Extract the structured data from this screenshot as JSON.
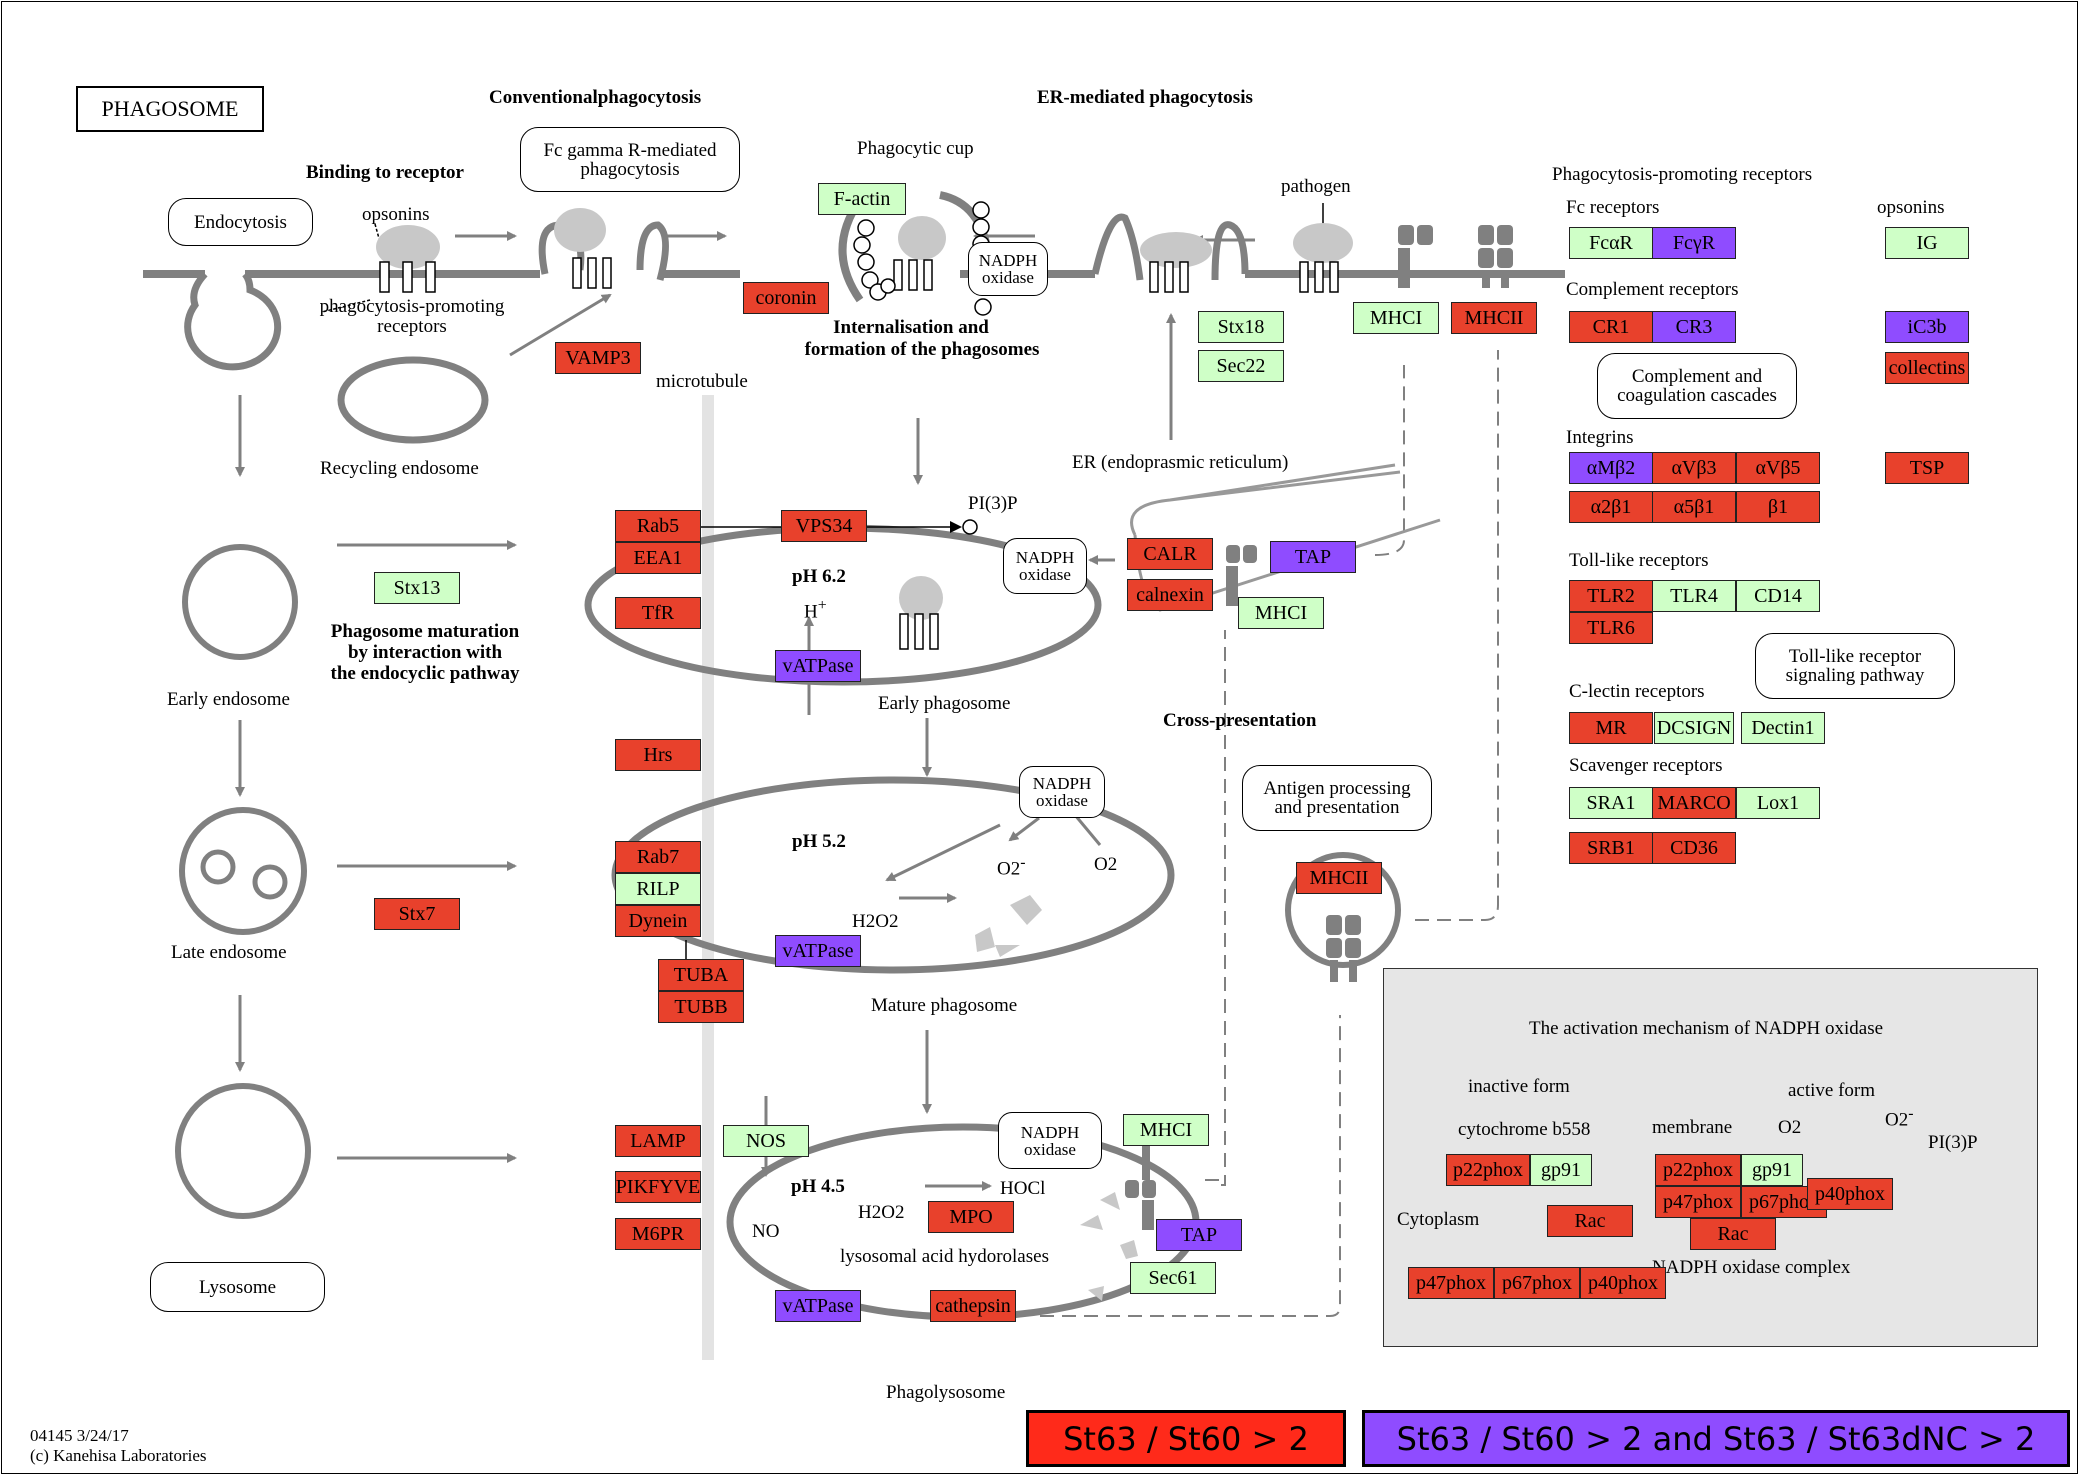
{
  "title": "PHAGOSOME",
  "section_headers": {
    "conventional": "Conventionalphagocytosis",
    "er_mediated": "ER-mediated phagocytosis",
    "binding": "Binding to receptor",
    "internalisation_1": "Internalisation and",
    "internalisation_2": "formation of the phagosomes",
    "maturation_1": "Phagosome maturation",
    "maturation_2": "by interaction with",
    "maturation_3": "the endocyclic pathway",
    "cross": "Cross-presentation"
  },
  "labels": {
    "opsonins": "opsonins",
    "ppr_1": "phagocytosis-promoting",
    "ppr_2": "receptors",
    "recycling": "Recycling endosome",
    "microtubule": "microtubule",
    "phagocytic_cup": "Phagocytic cup",
    "pathogen": "pathogen",
    "er": "ER (endoprasmic reticulum)",
    "pi3p": "PI(3)P",
    "ph62": "pH 6.2",
    "hplus": "H",
    "hplus_sup": "+",
    "early_phagosome": "Early phagosome",
    "early_endosome": "Early endosome",
    "ph52": "pH 5.2",
    "o2minus": "O2",
    "minus": "-",
    "o2": "O2",
    "h2o2": "H2O2",
    "mature_phagosome": "Mature phagosome",
    "late_endosome": "Late endosome",
    "ph45": "pH 4.5",
    "hocl": "HOCl",
    "h2o2_b": "H2O2",
    "no": "NO",
    "hydrolases": "lysosomal acid hydorolases",
    "phagolysosome": "Phagolysosome"
  },
  "pathway_links": {
    "endocytosis": "Endocytosis",
    "fc_gamma_1": "Fc gamma R-mediated",
    "fc_gamma_2": "phagocytosis",
    "complement_1": "Complement and",
    "complement_2": "coagulation cascades",
    "tlr_1": "Toll-like receptor",
    "tlr_2": "signaling pathway",
    "antigen_1": "Antigen processing",
    "antigen_2": "and presentation",
    "lysosome": "Lysosome",
    "nadph_1": "NADPH",
    "nadph_2": "oxidase"
  },
  "receptor_panel": {
    "title": "Phagocytosis-promoting receptors",
    "fc": "Fc receptors",
    "opsonins": "opsonins",
    "complement": "Complement receptors",
    "integrins": "Integrins",
    "toll": "Toll-like receptors",
    "clectin": "C-lectin receptors",
    "scavenger": "Scavenger receptors"
  },
  "genes": [
    {
      "id": "coronin",
      "label": "coronin",
      "status": "red"
    },
    {
      "id": "vamp3",
      "label": "VAMP3",
      "status": "red"
    },
    {
      "id": "factin",
      "label": "F-actin",
      "status": "green"
    },
    {
      "id": "stx18",
      "label": "Stx18",
      "status": "green"
    },
    {
      "id": "sec22",
      "label": "Sec22",
      "status": "green"
    },
    {
      "id": "mhci_top",
      "label": "MHCI",
      "status": "green"
    },
    {
      "id": "mhcii_top",
      "label": "MHCII",
      "status": "red"
    },
    {
      "id": "fcar",
      "label": "FcαR",
      "status": "green"
    },
    {
      "id": "fcgr",
      "label": "FcγR",
      "status": "purple"
    },
    {
      "id": "ig",
      "label": "IG",
      "status": "green"
    },
    {
      "id": "cr1",
      "label": "CR1",
      "status": "red"
    },
    {
      "id": "cr3",
      "label": "CR3",
      "status": "purple"
    },
    {
      "id": "ic3b",
      "label": "iC3b",
      "status": "purple"
    },
    {
      "id": "collectins",
      "label": "collectins",
      "status": "red"
    },
    {
      "id": "amb2",
      "label": "αMβ2",
      "status": "purple"
    },
    {
      "id": "avb3",
      "label": "αVβ3",
      "status": "red"
    },
    {
      "id": "avb5",
      "label": "αVβ5",
      "status": "red"
    },
    {
      "id": "tsp",
      "label": "TSP",
      "status": "red"
    },
    {
      "id": "a2b1",
      "label": "α2β1",
      "status": "red"
    },
    {
      "id": "a5b1",
      "label": "α5β1",
      "status": "red"
    },
    {
      "id": "b1",
      "label": "β1",
      "status": "red"
    },
    {
      "id": "tlr2",
      "label": "TLR2",
      "status": "red"
    },
    {
      "id": "tlr4",
      "label": "TLR4",
      "status": "green"
    },
    {
      "id": "cd14",
      "label": "CD14",
      "status": "green"
    },
    {
      "id": "tlr6",
      "label": "TLR6",
      "status": "red"
    },
    {
      "id": "mr",
      "label": "MR",
      "status": "red"
    },
    {
      "id": "dcsign",
      "label": "DCSIGN",
      "status": "green"
    },
    {
      "id": "dectin1",
      "label": "Dectin1",
      "status": "green"
    },
    {
      "id": "sra1",
      "label": "SRA1",
      "status": "green"
    },
    {
      "id": "marco",
      "label": "MARCO",
      "status": "red"
    },
    {
      "id": "lox1",
      "label": "Lox1",
      "status": "green"
    },
    {
      "id": "srb1",
      "label": "SRB1",
      "status": "red"
    },
    {
      "id": "cd36",
      "label": "CD36",
      "status": "red"
    },
    {
      "id": "rab5",
      "label": "Rab5",
      "status": "red"
    },
    {
      "id": "eea1",
      "label": "EEA1",
      "status": "red"
    },
    {
      "id": "vps34",
      "label": "VPS34",
      "status": "red"
    },
    {
      "id": "tfr",
      "label": "TfR",
      "status": "red"
    },
    {
      "id": "stx13",
      "label": "Stx13",
      "status": "green"
    },
    {
      "id": "vatpase1",
      "label": "vATPase",
      "status": "purple"
    },
    {
      "id": "calr",
      "label": "CALR",
      "status": "red"
    },
    {
      "id": "calnexin",
      "label": "calnexin",
      "status": "red"
    },
    {
      "id": "tap1",
      "label": "TAP",
      "status": "purple"
    },
    {
      "id": "mhci_er",
      "label": "MHCI",
      "status": "green"
    },
    {
      "id": "hrs",
      "label": "Hrs",
      "status": "red"
    },
    {
      "id": "rab7",
      "label": "Rab7",
      "status": "red"
    },
    {
      "id": "rilp",
      "label": "RILP",
      "status": "green"
    },
    {
      "id": "dynein",
      "label": "Dynein",
      "status": "red"
    },
    {
      "id": "stx7",
      "label": "Stx7",
      "status": "red"
    },
    {
      "id": "tuba",
      "label": "TUBA",
      "status": "red"
    },
    {
      "id": "tubb",
      "label": "TUBB",
      "status": "red"
    },
    {
      "id": "vatpase2",
      "label": "vATPase",
      "status": "purple"
    },
    {
      "id": "mhcii_cp",
      "label": "MHCII",
      "status": "red"
    },
    {
      "id": "lamp",
      "label": "LAMP",
      "status": "red"
    },
    {
      "id": "pikfyve",
      "label": "PIKFYVE",
      "status": "red"
    },
    {
      "id": "m6pr",
      "label": "M6PR",
      "status": "red"
    },
    {
      "id": "nos",
      "label": "NOS",
      "status": "green"
    },
    {
      "id": "mpo",
      "label": "MPO",
      "status": "red"
    },
    {
      "id": "mhci_pl",
      "label": "MHCI",
      "status": "green"
    },
    {
      "id": "tap2",
      "label": "TAP",
      "status": "purple"
    },
    {
      "id": "sec61",
      "label": "Sec61",
      "status": "green"
    },
    {
      "id": "vatpase3",
      "label": "vATPase",
      "status": "purple"
    },
    {
      "id": "cathepsin",
      "label": "cathepsin",
      "status": "red"
    }
  ],
  "nadph_panel": {
    "title": "The activation mechanism of NADPH oxidase",
    "inactive": "inactive form",
    "active": "active form",
    "cytochrome": "cytochrome b558",
    "membrane": "membrane",
    "o2": "O2",
    "o2minus": "O2",
    "minus": "-",
    "pi3p": "PI(3)P",
    "cytoplasm": "Cytoplasm",
    "complex": "NADPH oxidase complex",
    "genes": [
      {
        "id": "p22_i",
        "label": "p22phox",
        "status": "red"
      },
      {
        "id": "gp91_i",
        "label": "gp91",
        "status": "green"
      },
      {
        "id": "rac_i",
        "label": "Rac",
        "status": "red"
      },
      {
        "id": "p47_i",
        "label": "p47phox",
        "status": "red"
      },
      {
        "id": "p67_i",
        "label": "p67phox",
        "status": "red"
      },
      {
        "id": "p40_i",
        "label": "p40phox",
        "status": "red"
      },
      {
        "id": "p22_a",
        "label": "p22phox",
        "status": "red"
      },
      {
        "id": "gp91_a",
        "label": "gp91",
        "status": "green"
      },
      {
        "id": "p47_a",
        "label": "p47phox",
        "status": "red"
      },
      {
        "id": "p67_a",
        "label": "p67phox",
        "status": "red"
      },
      {
        "id": "p40_a",
        "label": "p40phox",
        "status": "red"
      },
      {
        "id": "rac_a",
        "label": "Rac",
        "status": "red"
      }
    ]
  },
  "legend": [
    {
      "label": "St63 / St60 > 2",
      "color": "#ff2a1a"
    },
    {
      "label": "St63 / St60 > 2 and St63 / St63dNC > 2",
      "color": "#8f4cff"
    }
  ],
  "footer": {
    "map_id": "04145 3/24/17",
    "copyright": "(c) Kanehisa Laboratories"
  }
}
